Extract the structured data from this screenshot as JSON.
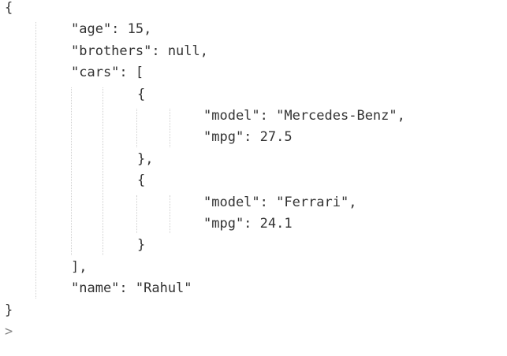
{
  "console": {
    "lines": [
      {
        "indent": 0,
        "text": "{"
      },
      {
        "indent": 1,
        "text": "\"age\": 15,"
      },
      {
        "indent": 1,
        "text": "\"brothers\": null,"
      },
      {
        "indent": 1,
        "text": "\"cars\": ["
      },
      {
        "indent": 2,
        "text": "{"
      },
      {
        "indent": 3,
        "text": "\"model\": \"Mercedes-Benz\","
      },
      {
        "indent": 3,
        "text": "\"mpg\": 27.5"
      },
      {
        "indent": 2,
        "text": "},"
      },
      {
        "indent": 2,
        "text": "{"
      },
      {
        "indent": 3,
        "text": "\"model\": \"Ferrari\","
      },
      {
        "indent": 3,
        "text": "\"mpg\": 24.1"
      },
      {
        "indent": 2,
        "text": "}"
      },
      {
        "indent": 1,
        "text": "],"
      },
      {
        "indent": 1,
        "text": "\"name\": \"Rahul\""
      },
      {
        "indent": 0,
        "text": "}"
      }
    ],
    "prompt_symbol": ">"
  }
}
